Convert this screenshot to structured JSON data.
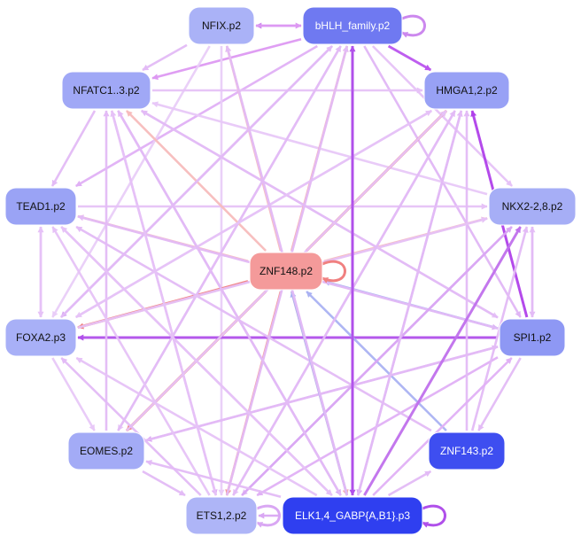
{
  "nodes": [
    {
      "id": "nfix",
      "label": "NFIX.p2",
      "fill": "#aab2f7",
      "text": "#111111"
    },
    {
      "id": "bhlh",
      "label": "bHLH_family.p2",
      "fill": "#6f79f1",
      "text": "#ffffff"
    },
    {
      "id": "nfatc",
      "label": "NFATC1..3.p2",
      "fill": "#a0a8f6",
      "text": "#111111"
    },
    {
      "id": "hmga",
      "label": "HMGA1,2.p2",
      "fill": "#98a1f5",
      "text": "#111111"
    },
    {
      "id": "tead",
      "label": "TEAD1.p2",
      "fill": "#9aa3f5",
      "text": "#111111"
    },
    {
      "id": "nkx",
      "label": "NKX2-2,8.p2",
      "fill": "#a6aef6",
      "text": "#111111"
    },
    {
      "id": "znf148",
      "label": "ZNF148.p2",
      "fill": "#f49a9a",
      "text": "#111111"
    },
    {
      "id": "foxa",
      "label": "FOXA2.p3",
      "fill": "#a8b0f7",
      "text": "#111111"
    },
    {
      "id": "spi",
      "label": "SPI1.p2",
      "fill": "#8e98f4",
      "text": "#111111"
    },
    {
      "id": "eomes",
      "label": "EOMES.p2",
      "fill": "#a3abf6",
      "text": "#111111"
    },
    {
      "id": "znf143",
      "label": "ZNF143.p2",
      "fill": "#3e4ef0",
      "text": "#ffffff"
    },
    {
      "id": "ets",
      "label": "ETS1,2.p2",
      "fill": "#aeb5f7",
      "text": "#111111"
    },
    {
      "id": "elk",
      "label": "ELK1,4_GABP{A,B1}.p3",
      "fill": "#2f3ff0",
      "text": "#ffffff"
    }
  ],
  "edges": [
    {
      "from": "bhlh",
      "to": "nfix",
      "color": "#cc88ee"
    },
    {
      "from": "bhlh",
      "to": "hmga",
      "color": "#bb55ee"
    },
    {
      "from": "bhlh",
      "to": "nfatc",
      "color": "#dd99f2"
    },
    {
      "from": "bhlh",
      "to": "tead",
      "color": "#e0b0f5"
    },
    {
      "from": "bhlh",
      "to": "foxa",
      "color": "#d8a8f3"
    },
    {
      "from": "bhlh",
      "to": "eomes",
      "color": "#e8c8f8"
    },
    {
      "from": "bhlh",
      "to": "ets",
      "color": "#e4bdf6"
    },
    {
      "from": "bhlh",
      "to": "elk",
      "color": "#b050ea"
    },
    {
      "from": "bhlh",
      "to": "nkx",
      "color": "#e6c2f7"
    },
    {
      "from": "bhlh",
      "to": "spi",
      "color": "#e0b6f5"
    },
    {
      "from": "nfix",
      "to": "foxa",
      "color": "#e9cdf8"
    },
    {
      "from": "nfix",
      "to": "ets",
      "color": "#e9cdf8"
    },
    {
      "from": "nfix",
      "to": "elk",
      "color": "#e3bbf6"
    },
    {
      "from": "nfatc",
      "to": "ets",
      "color": "#e0b0f5"
    },
    {
      "from": "nfatc",
      "to": "elk",
      "color": "#d9a7f3"
    },
    {
      "from": "nfatc",
      "to": "spi",
      "color": "#e8c8f8"
    },
    {
      "from": "nfatc",
      "to": "hmga",
      "color": "#e6c2f7"
    },
    {
      "from": "hmga",
      "to": "elk",
      "color": "#d9a7f3"
    },
    {
      "from": "hmga",
      "to": "ets",
      "color": "#e6c2f7"
    },
    {
      "from": "hmga",
      "to": "foxa",
      "color": "#e8c8f8"
    },
    {
      "from": "hmga",
      "to": "eomes",
      "color": "#e6c2f7"
    },
    {
      "from": "tead",
      "to": "nkx",
      "color": "#e6c2f7"
    },
    {
      "from": "tead",
      "to": "spi",
      "color": "#e0b6f5"
    },
    {
      "from": "tead",
      "to": "elk",
      "color": "#e3bbf6"
    },
    {
      "from": "nkx",
      "to": "foxa",
      "color": "#e6c2f7"
    },
    {
      "from": "nkx",
      "to": "ets",
      "color": "#e3bbf6"
    },
    {
      "from": "nkx",
      "to": "nfatc",
      "color": "#e8c8f8"
    },
    {
      "from": "znf148",
      "to": "bhlh",
      "color": "#f5b0b0"
    },
    {
      "from": "znf148",
      "to": "nfix",
      "color": "#f7bcbc"
    },
    {
      "from": "znf148",
      "to": "nfatc",
      "color": "#f7bcbc"
    },
    {
      "from": "znf148",
      "to": "hmga",
      "color": "#f08080"
    },
    {
      "from": "znf148",
      "to": "tead",
      "color": "#f7bcbc"
    },
    {
      "from": "znf148",
      "to": "nkx",
      "color": "#f7bcbc"
    },
    {
      "from": "znf148",
      "to": "foxa",
      "color": "#f08080"
    },
    {
      "from": "znf148",
      "to": "eomes",
      "color": "#f08080"
    },
    {
      "from": "znf148",
      "to": "ets",
      "color": "#f49a9a"
    },
    {
      "from": "znf148",
      "to": "elk",
      "color": "#f5b0b0"
    },
    {
      "from": "spi",
      "to": "foxa",
      "color": "#b050ea"
    },
    {
      "from": "spi",
      "to": "hmga",
      "color": "#b040ea"
    },
    {
      "from": "spi",
      "to": "znf148",
      "color": "#aab2f2"
    },
    {
      "from": "spi",
      "to": "nfatc",
      "color": "#e3bbf6"
    },
    {
      "from": "spi",
      "to": "tead",
      "color": "#e3bbf6"
    },
    {
      "from": "spi",
      "to": "eomes",
      "color": "#dca8f4"
    },
    {
      "from": "spi",
      "to": "ets",
      "color": "#e0b0f5"
    },
    {
      "from": "spi",
      "to": "nkx",
      "color": "#e6c2f7"
    },
    {
      "from": "znf143",
      "to": "znf148",
      "color": "#aab2f2"
    },
    {
      "from": "znf143",
      "to": "tead",
      "color": "#e3bbf6"
    },
    {
      "from": "znf143",
      "to": "hmga",
      "color": "#e3bbf6"
    },
    {
      "from": "znf143",
      "to": "nkx",
      "color": "#e3bbf6"
    },
    {
      "from": "eomes",
      "to": "nfatc",
      "color": "#e3bbf6"
    },
    {
      "from": "eomes",
      "to": "ets",
      "color": "#e3bbf6"
    },
    {
      "from": "eomes",
      "to": "bhlh",
      "color": "#e3bbf6"
    },
    {
      "from": "eomes",
      "to": "spi",
      "color": "#e3bbf6"
    },
    {
      "from": "eomes",
      "to": "hmga",
      "color": "#e6c2f7"
    },
    {
      "from": "foxa",
      "to": "nkx",
      "color": "#e6c2f7"
    },
    {
      "from": "foxa",
      "to": "hmga",
      "color": "#e6c2f7"
    },
    {
      "from": "foxa",
      "to": "bhlh",
      "color": "#e3bbf6"
    },
    {
      "from": "ets",
      "to": "hmga",
      "color": "#e3bbf6"
    },
    {
      "from": "ets",
      "to": "nkx",
      "color": "#d9a7f3"
    },
    {
      "from": "ets",
      "to": "bhlh",
      "color": "#e3bbf6"
    },
    {
      "from": "ets",
      "to": "tead",
      "color": "#e6c2f7"
    },
    {
      "from": "ets",
      "to": "foxa",
      "color": "#e3bbf6"
    },
    {
      "from": "ets",
      "to": "nfatc",
      "color": "#e6c2f7"
    },
    {
      "from": "elk",
      "to": "bhlh",
      "color": "#b050ea"
    },
    {
      "from": "elk",
      "to": "nkx",
      "color": "#c070ec"
    },
    {
      "from": "elk",
      "to": "spi",
      "color": "#e0b0f5"
    },
    {
      "from": "elk",
      "to": "ets",
      "color": "#d9a7f3"
    },
    {
      "from": "elk",
      "to": "znf148",
      "color": "#aab2f2"
    },
    {
      "from": "elk",
      "to": "nfatc",
      "color": "#e3bbf6"
    },
    {
      "from": "elk",
      "to": "tead",
      "color": "#e6c2f7"
    },
    {
      "from": "elk",
      "to": "foxa",
      "color": "#e6c2f7"
    },
    {
      "from": "elk",
      "to": "eomes",
      "color": "#e3bbf6"
    },
    {
      "from": "elk",
      "to": "nfix",
      "color": "#e3bbf6"
    },
    {
      "from": "elk",
      "to": "hmga",
      "color": "#e3bbf6"
    },
    {
      "from": "elk",
      "to": "znf143",
      "color": "#e3bbf6"
    },
    {
      "from": "nfix",
      "to": "bhlh",
      "color": "#dd99f2"
    },
    {
      "from": "tead",
      "to": "foxa",
      "color": "#e6c2f7"
    },
    {
      "from": "foxa",
      "to": "tead",
      "color": "#e6c2f7"
    },
    {
      "from": "nfatc",
      "to": "tead",
      "color": "#e3bbf6"
    },
    {
      "from": "foxa",
      "to": "eomes",
      "color": "#e8c8f8"
    },
    {
      "from": "nfix",
      "to": "nfatc",
      "color": "#e3bbf6"
    },
    {
      "from": "nkx",
      "to": "spi",
      "color": "#e3bbf6"
    },
    {
      "from": "spi",
      "to": "znf143",
      "color": "#e3bbf6"
    }
  ],
  "self_loops": [
    {
      "node": "bhlh",
      "color": "#cc88ee"
    },
    {
      "node": "znf148",
      "color": "#f08080"
    },
    {
      "node": "elk",
      "color": "#b050ea"
    },
    {
      "node": "ets",
      "color": "#d9a7f3"
    }
  ]
}
